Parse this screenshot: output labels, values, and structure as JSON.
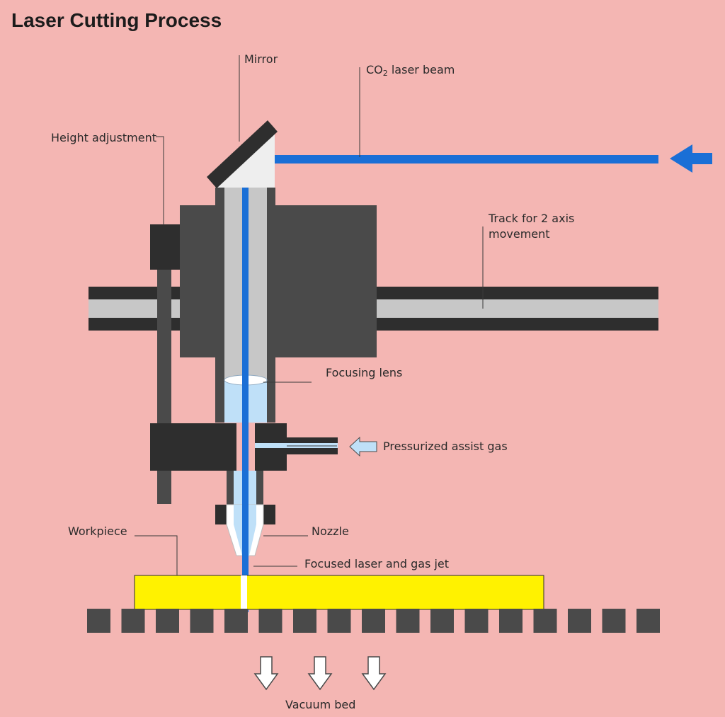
{
  "title": "Laser Cutting Process",
  "labels": {
    "mirror": "Mirror",
    "beam_prefix": "CO",
    "beam_sub": "2",
    "beam_suffix": " laser beam",
    "height_adjustment": "Height adjustment",
    "track_line1": "Track for 2 axis",
    "track_line2": "movement",
    "focusing_lens": "Focusing lens",
    "assist_gas": "Pressurized assist gas",
    "workpiece": "Workpiece",
    "nozzle": "Nozzle",
    "focused_jet": "Focused laser and gas jet",
    "vacuum_bed": "Vacuum bed"
  },
  "colors": {
    "background": "#f4b6b3",
    "dark": "#2e2e2e",
    "medium_gray": "#4a4a4a",
    "light_gray": "#c7c7c7",
    "laser_blue": "#1a6fd6",
    "gas_light_blue": "#bfe0f8",
    "workpiece_yellow": "#fff200",
    "white": "#ffffff"
  }
}
